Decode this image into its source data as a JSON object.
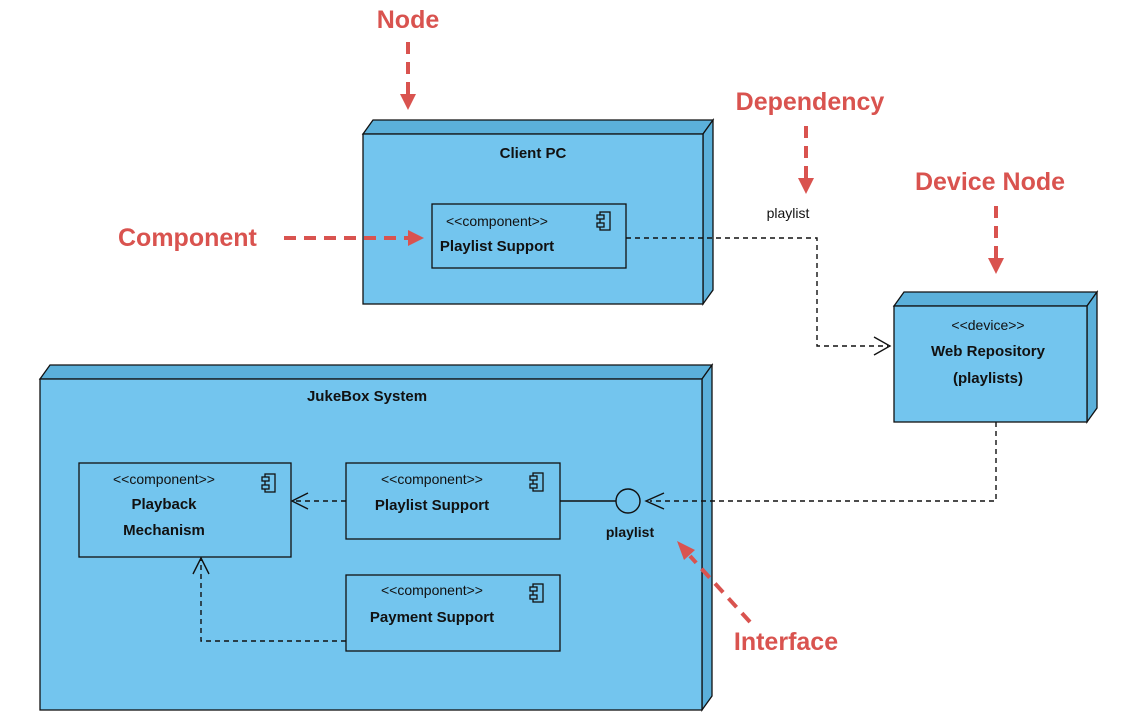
{
  "colors": {
    "node_fill": "#73C5EE",
    "node_side": "#5BB0DA",
    "component_fill": "#73C5EE",
    "line": "#111111",
    "annotation": "#D9534F"
  },
  "nodes": {
    "client_pc": {
      "title": "Client PC"
    },
    "web_repository": {
      "stereotype": "<<device>>",
      "title_line1": "Web Repository",
      "title_line2": "(playlists)"
    },
    "jukebox": {
      "title": "JukeBox System"
    }
  },
  "components": {
    "client_playlist_support": {
      "stereotype": "<<component>>",
      "name": "Playlist Support"
    },
    "playback_mechanism": {
      "stereotype": "<<component>>",
      "name_line1": "Playback",
      "name_line2": "Mechanism"
    },
    "jukebox_playlist_support": {
      "stereotype": "<<component>>",
      "name": "Playlist Support"
    },
    "payment_support": {
      "stereotype": "<<component>>",
      "name": "Payment Support"
    }
  },
  "interface": {
    "label": "playlist"
  },
  "dependency": {
    "label": "playlist"
  },
  "annotations": {
    "node": "Node",
    "dependency": "Dependency",
    "device_node": "Device Node",
    "component": "Component",
    "interface": "Interface"
  }
}
